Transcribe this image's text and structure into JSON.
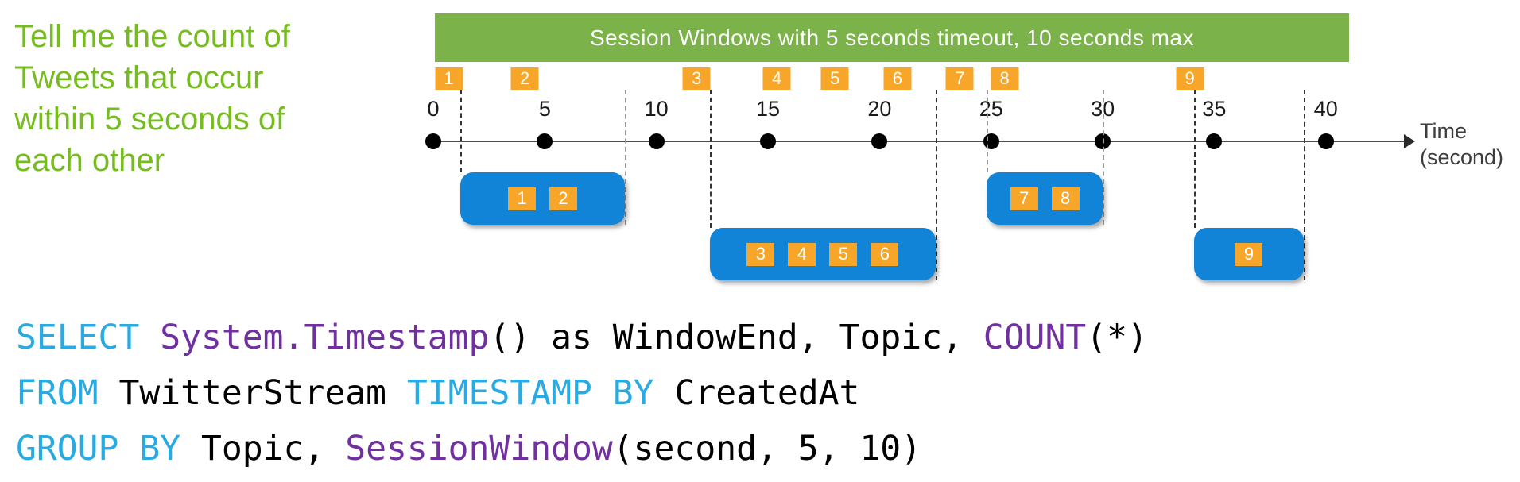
{
  "colors": {
    "prompt_green": "#76BC21",
    "banner_green": "#7CB24A",
    "event_orange": "#F7A62A",
    "window_blue": "#1184D8",
    "guide_dark": "#333333",
    "guide_light": "#999999",
    "code_keyword_cyan": "#29ABE2",
    "code_function_purple": "#7030A0",
    "code_plain_black": "#000000"
  },
  "prompt": {
    "lines": [
      "Tell me the count of",
      "Tweets that occur",
      "within 5 seconds of",
      "each other"
    ]
  },
  "banner": {
    "title": "Session Windows with 5 seconds timeout, 10 seconds max"
  },
  "timeline": {
    "ticks": [
      "0",
      "5",
      "10",
      "15",
      "20",
      "25",
      "30",
      "35",
      "40"
    ],
    "tick_values": [
      0,
      5,
      10,
      15,
      20,
      25,
      30,
      35,
      40
    ],
    "axis_label_line1": "Time",
    "axis_label_line2": "(second)"
  },
  "events": [
    {
      "id": "1",
      "t": 0.7
    },
    {
      "id": "2",
      "t": 4.1
    },
    {
      "id": "3",
      "t": 11.8
    },
    {
      "id": "4",
      "t": 15.4
    },
    {
      "id": "5",
      "t": 18.0
    },
    {
      "id": "6",
      "t": 20.8
    },
    {
      "id": "7",
      "t": 23.6
    },
    {
      "id": "8",
      "t": 25.6
    },
    {
      "id": "9",
      "t": 33.9
    }
  ],
  "windows": [
    {
      "events": [
        "1",
        "2"
      ],
      "start": 1.2,
      "end": 8.6,
      "row": 0,
      "left_tone": "dark",
      "right_tone": "light"
    },
    {
      "events": [
        "3",
        "4",
        "5",
        "6"
      ],
      "start": 12.4,
      "end": 22.5,
      "row": 1,
      "left_tone": "dark",
      "right_tone": "dark"
    },
    {
      "events": [
        "7",
        "8"
      ],
      "start": 24.8,
      "end": 30.0,
      "row": 0,
      "left_tone": "light",
      "right_tone": "light"
    },
    {
      "events": [
        "9"
      ],
      "start": 34.1,
      "end": 39.0,
      "row": 1,
      "left_tone": "dark",
      "right_tone": "dark"
    }
  ],
  "code": {
    "lines": [
      [
        {
          "c": "kw",
          "t": "SELECT"
        },
        {
          "c": "pl",
          "t": " "
        },
        {
          "c": "fn",
          "t": "System.Timestamp"
        },
        {
          "c": "pl",
          "t": "() as WindowEnd, Topic, "
        },
        {
          "c": "fn",
          "t": "COUNT"
        },
        {
          "c": "pl",
          "t": "(*)"
        }
      ],
      [
        {
          "c": "kw",
          "t": "FROM"
        },
        {
          "c": "pl",
          "t": " TwitterStream "
        },
        {
          "c": "kw",
          "t": "TIMESTAMP BY"
        },
        {
          "c": "pl",
          "t": " CreatedAt"
        }
      ],
      [
        {
          "c": "kw",
          "t": "GROUP BY"
        },
        {
          "c": "pl",
          "t": " Topic, "
        },
        {
          "c": "fn",
          "t": "SessionWindow"
        },
        {
          "c": "pl",
          "t": "(second, 5, 10)"
        }
      ]
    ]
  }
}
